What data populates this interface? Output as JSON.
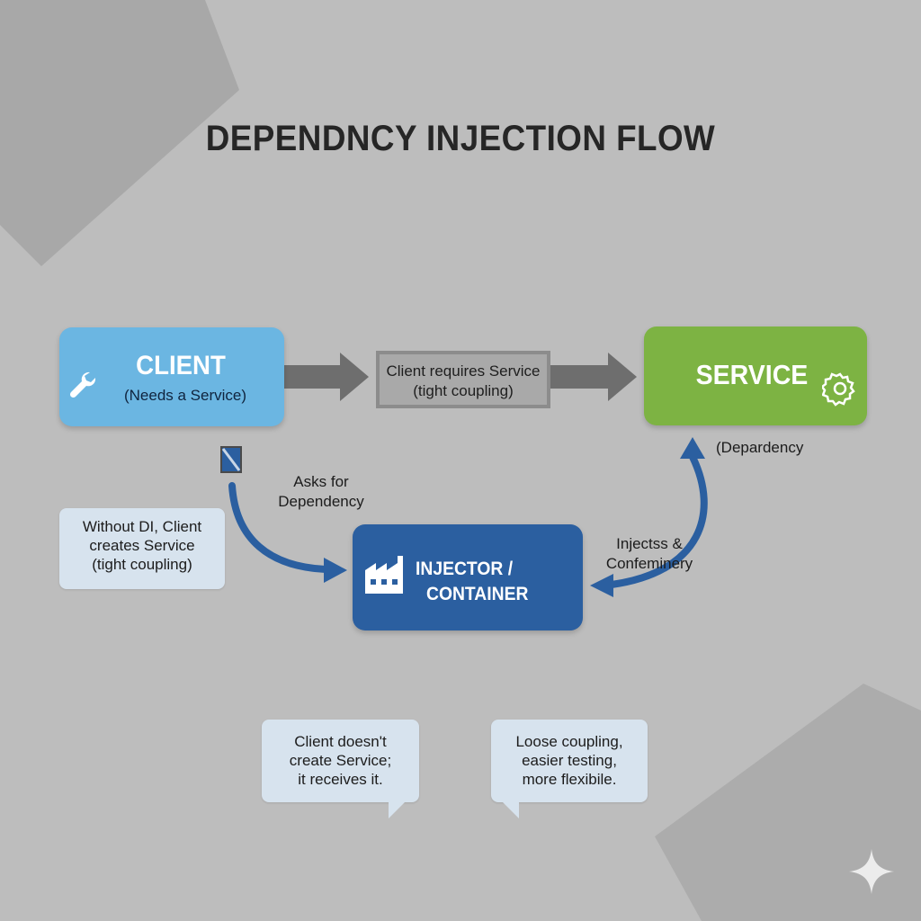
{
  "title": "DEPENDNCY INJECTION FLOW",
  "colors": {
    "background": "#bdbdbd",
    "client": "#6bb6e2",
    "service": "#7db343",
    "injector": "#2b5fa0",
    "arrow_gray": "#6e6e6e",
    "arrow_blue": "#2b5fa0",
    "note": "#d7e3ee"
  },
  "client": {
    "name": "CLIENT",
    "sub": "(Needs a Service)",
    "icon": "wrench-icon"
  },
  "service": {
    "name": "SERVICE",
    "icon": "gear-icon"
  },
  "injector": {
    "name_line1": "INJECTOR /",
    "name_line2": "CONTAINER",
    "icon": "factory-icon"
  },
  "mid_label": {
    "line1": "Client requires Service",
    "line2": "(tight coupling)"
  },
  "asks": {
    "line1": "Asks for",
    "line2": "Dependency"
  },
  "injects": {
    "line1": "Injectss &",
    "line2": "Confeminery"
  },
  "dependency_label": "(Depardency",
  "note_left": {
    "line1": "Without DI, Client",
    "line2": "creates Service",
    "line3": "(tight coupling)"
  },
  "note_bottom1": {
    "line1": "Client doesn't",
    "line2": "create Service;",
    "line3": "it receives it."
  },
  "note_bottom2": {
    "line1": "Loose coupling,",
    "line2": "easier testing,",
    "line3": "more flexibile."
  }
}
